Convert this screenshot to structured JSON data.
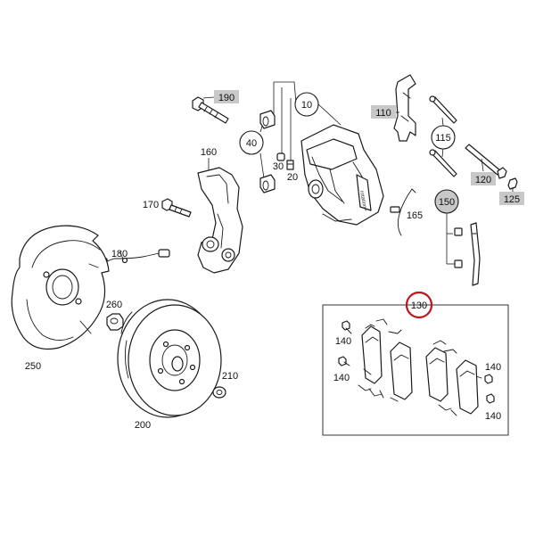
{
  "labels": {
    "l190": "190",
    "l10": "10",
    "l110": "110",
    "l40": "40",
    "l30": "30",
    "l20": "20",
    "l115": "115",
    "l160": "160",
    "l120": "120",
    "l125": "125",
    "l150": "150",
    "l165": "165",
    "l170": "170",
    "l180": "180",
    "l250": "250",
    "l260": "260",
    "l130": "130",
    "l140a": "140",
    "l140b": "140",
    "l140c": "140",
    "l140d": "140",
    "l200": "200",
    "l210": "210"
  },
  "colors": {
    "highlight": "#c0151b",
    "label_box": "#c8c8c8",
    "line": "#1a1a1a"
  }
}
